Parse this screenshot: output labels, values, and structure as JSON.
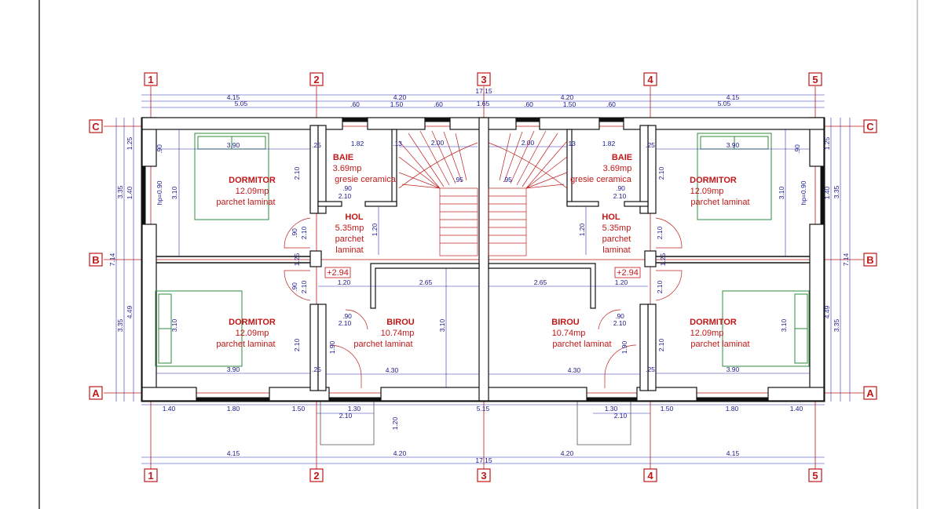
{
  "axes": {
    "columns": [
      "1",
      "2",
      "3",
      "4",
      "5"
    ],
    "rows": [
      "C",
      "B",
      "A"
    ]
  },
  "dims": {
    "total_top": "17.15",
    "total_bottom": "17.15",
    "top_row1": [
      "4.15",
      "4.20",
      "4.20",
      "4.15"
    ],
    "top_row2": [
      "5.05",
      "5.05"
    ],
    "top_row3": [
      ".60",
      "1.50",
      ".60",
      "1.65",
      ".60",
      "1.50",
      ".60"
    ],
    "bottom_row1": [
      "1.40",
      "1.80",
      "1.50",
      "1.30",
      "5.15",
      "1.30",
      "1.50",
      "1.80",
      "1.40"
    ],
    "bottom_row2": [
      "2.10",
      "2.10"
    ],
    "bottom_row3": [
      "4.15",
      "4.20",
      "4.20",
      "4.15"
    ],
    "bottom_120": "1.20",
    "left_outer": "7.14",
    "left_mid": [
      "3.35",
      "3.35"
    ],
    "left_inner": [
      "1.25",
      "1.40",
      "4.49"
    ],
    "right_outer": "7.14",
    "right_mid": [
      "3.35",
      "3.35"
    ],
    "right_inner": [
      "1.25",
      "1.40",
      "4.49"
    ],
    "room_w_390": "3.90",
    "room_h_310": "3.10",
    "hp": "hp=0.90",
    "d_90": ".90",
    "d_25": ".25",
    "d_210": "2.10",
    "d_182": "1.82",
    "d_200": "2.00",
    "d_13": ".13",
    "d_95": ".95",
    "d_120": "1.20",
    "d_265": "2.65",
    "d_430": "4.30",
    "d_190": "1.90",
    "d_125": "1.25",
    "level": "+2.94"
  },
  "rooms": {
    "dormitor": {
      "name": "DORMITOR",
      "area": "12.09mp",
      "floor": "parchet laminat"
    },
    "baie": {
      "name": "BAIE",
      "area": "3.69mp",
      "floor": "gresie ceramica"
    },
    "hol": {
      "name": "HOL",
      "area": "5.35mp",
      "floor": "parchet",
      "floor2": "laminat"
    },
    "birou": {
      "name": "BIROU",
      "area": "10.74mp",
      "floor": "parchet laminat"
    }
  },
  "colors": {
    "axis": "#c01818",
    "dimension": "#1a1a8c",
    "wall": "#111111",
    "furniture": "#2e8b3e",
    "room_text": "#c01818"
  }
}
